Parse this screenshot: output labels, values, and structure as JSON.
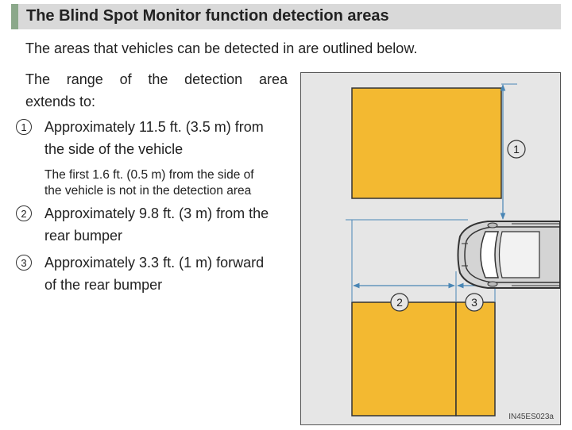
{
  "header": {
    "title": "The Blind Spot Monitor function detection areas"
  },
  "intro": "The areas that vehicles can be detected in are outlined below.",
  "range": {
    "line1": "The range of the detection area",
    "line2": "extends to:"
  },
  "items": [
    {
      "number": "1",
      "line1": "Approximately 11.5 ft. (3.5 m) from",
      "line2": "the side of the vehicle",
      "note1": "The first 1.6 ft. (0.5 m) from the side of",
      "note2": "the vehicle is not in the detection area"
    },
    {
      "number": "2",
      "line1": "Approximately 9.8 ft. (3 m) from the",
      "line2": "rear bumper"
    },
    {
      "number": "3",
      "line1": "Approximately 3.3 ft. (1 m) forward",
      "line2": "of the rear bumper"
    }
  ],
  "diagram": {
    "labels": {
      "one": "1",
      "two": "2",
      "three": "3"
    },
    "code": "IN45ES023a",
    "colors": {
      "zone": "#f3b931",
      "background": "#e6e6e6",
      "line": "#4a86b5"
    }
  }
}
